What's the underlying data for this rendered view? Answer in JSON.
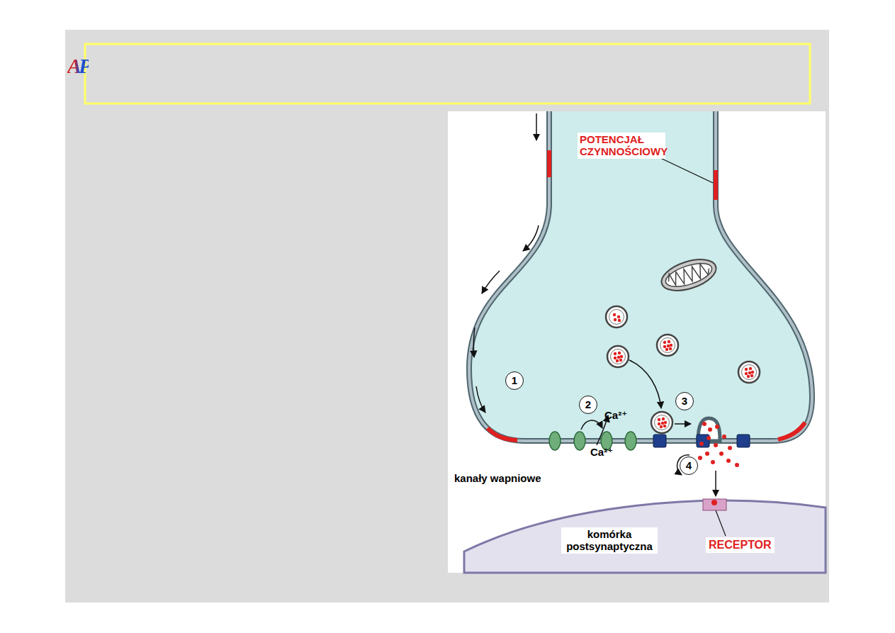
{
  "diagram": {
    "labels": [
      "AP",
      "POTENCJAŁ CZYNNOŚCIOWY",
      "1",
      "2",
      "Ca²⁺",
      "3",
      "Ca²⁺",
      "kanały wapniowe",
      "4",
      "komórka postsynaptyczna",
      "RECEPTOR"
    ]
  }
}
